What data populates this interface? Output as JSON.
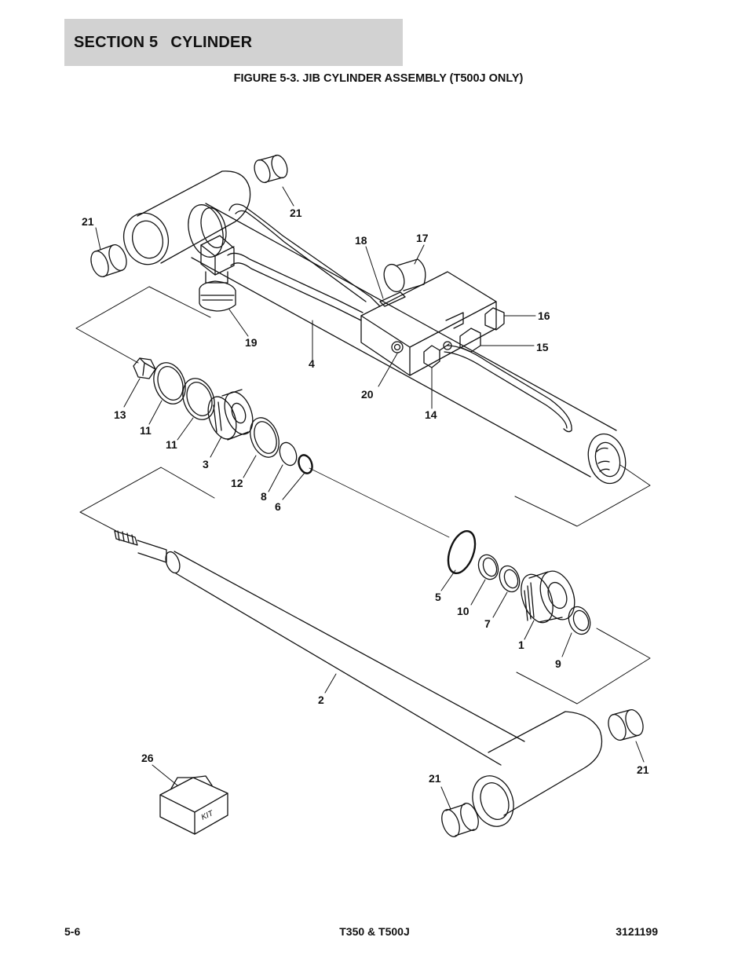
{
  "header": {
    "section_label": "SECTION 5",
    "section_title": "CYLINDER"
  },
  "figure": {
    "title": "FIGURE 5-3. JIB CYLINDER ASSEMBLY (T500J ONLY)"
  },
  "callouts": {
    "c21a": "21",
    "c21b": "21",
    "c21c": "21",
    "c21d": "21",
    "c18": "18",
    "c17": "17",
    "c16": "16",
    "c15": "15",
    "c14": "14",
    "c20": "20",
    "c19": "19",
    "c4": "4",
    "c13": "13",
    "c11a": "11",
    "c11b": "11",
    "c3": "3",
    "c12": "12",
    "c8": "8",
    "c6": "6",
    "c5": "5",
    "c10": "10",
    "c7": "7",
    "c1": "1",
    "c9": "9",
    "c2": "2",
    "c26": "26"
  },
  "kit_label": "KIT",
  "footer": {
    "page_number": "5-6",
    "model": "T350 & T500J",
    "doc_number": "3121199"
  }
}
